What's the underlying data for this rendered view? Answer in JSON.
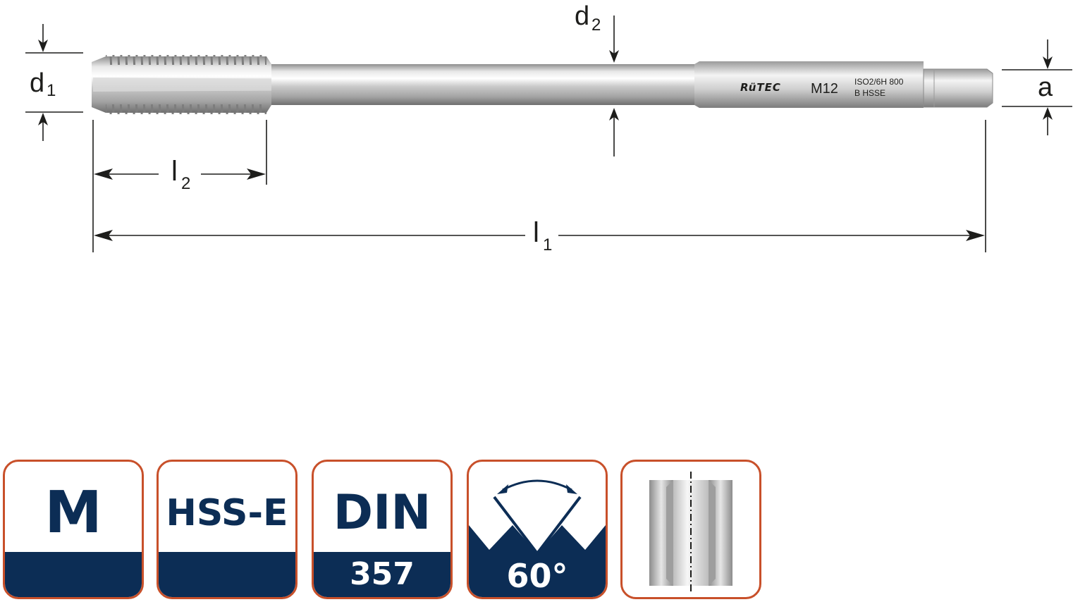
{
  "dimensions": {
    "d1": {
      "symbol": "d",
      "sub": "1"
    },
    "d2": {
      "symbol": "d",
      "sub": "2"
    },
    "l1": {
      "symbol": "l",
      "sub": "1"
    },
    "l2": {
      "symbol": "l",
      "sub": "2"
    },
    "a": {
      "symbol": "a"
    }
  },
  "tool_marking": {
    "brand": "RüTEC",
    "size": "M12",
    "line1": "ISO2/6H 800",
    "line2": "B HSSE"
  },
  "badges": {
    "thread": {
      "label": "M"
    },
    "material": {
      "label": "HSS-E"
    },
    "standard": {
      "label": "DIN",
      "number": "357"
    },
    "angle": {
      "label": "60°"
    },
    "hole_type": {
      "icon": "through-hole-icon"
    }
  },
  "colors": {
    "navy": "#0c2d55",
    "orange_border": "#c8502a",
    "line": "#1d1d1b"
  }
}
